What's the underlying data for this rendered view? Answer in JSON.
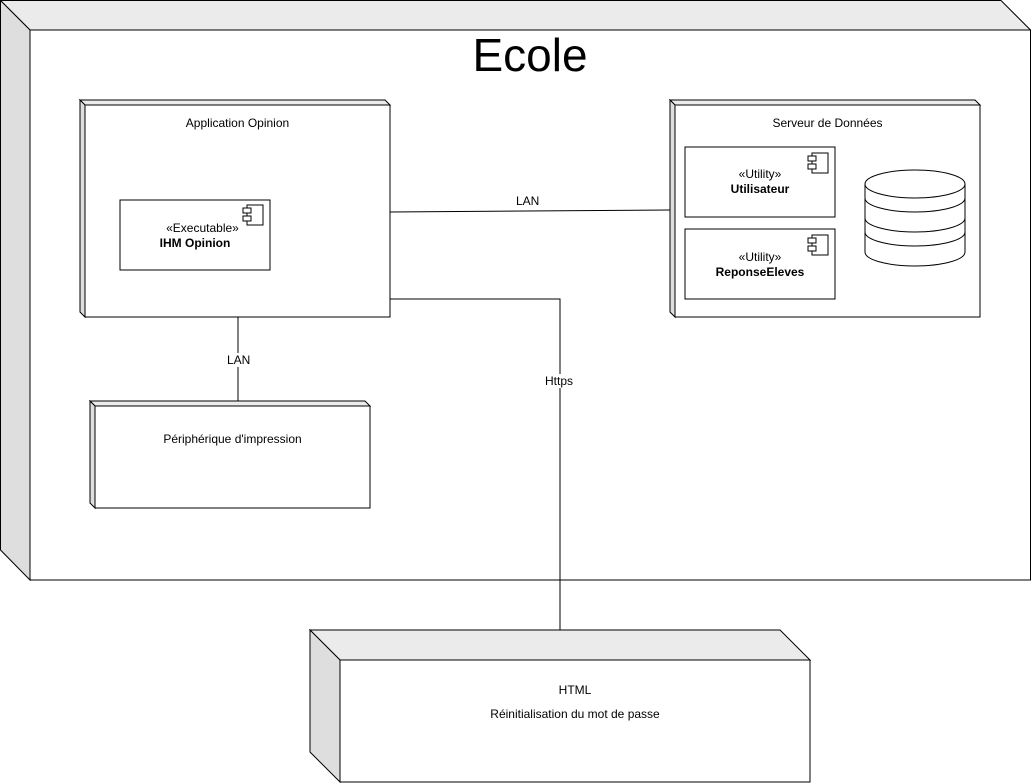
{
  "ecole": {
    "title": "Ecole"
  },
  "app_opinion": {
    "title": "Application Opinion",
    "component": {
      "stereotype": "«Executable»",
      "name": "IHM Opinion"
    }
  },
  "serveur": {
    "title": "Serveur de Données",
    "components": [
      {
        "stereotype": "«Utility»",
        "name": "Utilisateur"
      },
      {
        "stereotype": "«Utility»",
        "name": "ReponseEleves"
      }
    ]
  },
  "peripherique": {
    "title": "Périphérique d'impression"
  },
  "html_node": {
    "title": "HTML",
    "subtitle": "Réinitialisation du mot de passe"
  },
  "edges": {
    "lan_server": "LAN",
    "lan_printer": "LAN",
    "https": "Https"
  }
}
